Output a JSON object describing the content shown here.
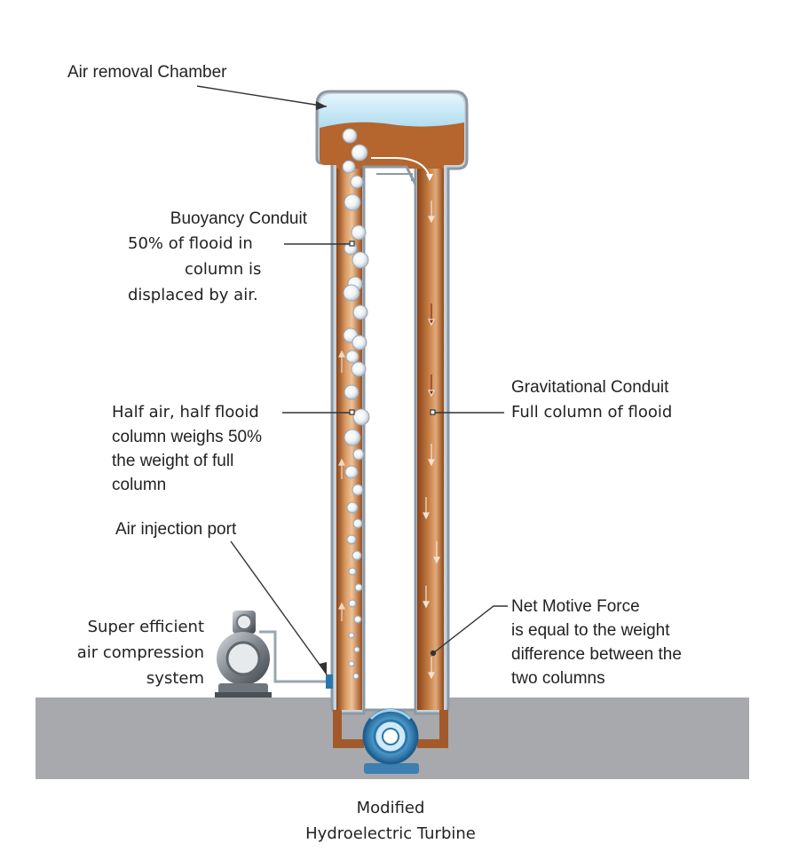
{
  "labels": {
    "air_chamber": "Air removal Chamber",
    "buoyancy": [
      "Buoyancy Conduit",
      "50% of flooid in",
      "column is",
      "displaced by air."
    ],
    "half_air": [
      "Half air, half flooid",
      "column weighs 50%",
      "the weight of full",
      "column"
    ],
    "gravitational": [
      "Gravitational Conduit",
      "Full column of  flooid"
    ],
    "air_injection": "Air injection port",
    "compressor": [
      "Super efficient",
      "air compression",
      "system"
    ],
    "net_force": [
      "Net Motive Force",
      "is equal to the weight",
      "difference between the",
      "two columns"
    ],
    "turbine": [
      "Modified",
      "Hydroelectric Turbine"
    ]
  },
  "colors": {
    "flooid": "#b5652e",
    "ground": "#a7a9ac",
    "chamber_air": "#bfe3f2",
    "turbine": "#4fa7d9"
  }
}
